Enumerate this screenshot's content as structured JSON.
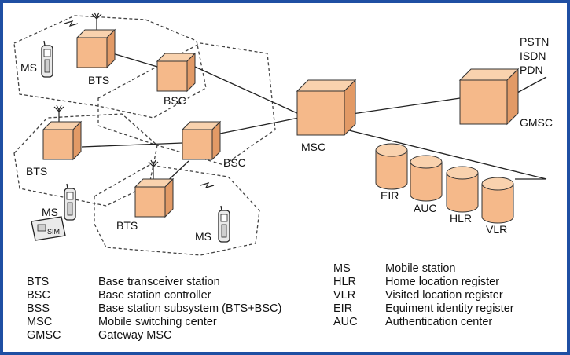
{
  "colors": {
    "frame": "#1f4fa3",
    "box_face": "#f5b98a",
    "box_top": "#f9d2ae",
    "box_side": "#e29a66",
    "stroke": "#333333"
  },
  "diagram": {
    "labels": {
      "ms_top": "MS",
      "bts_top": "BTS",
      "bsc_top": "BSC",
      "msc": "MSC",
      "gmsc": "GMSC",
      "networks": [
        "PSTN",
        "ISDN",
        "PDN"
      ],
      "bts_mid": "BTS",
      "bsc_mid": "BSC",
      "ms_mid": "MS",
      "bts_low": "BTS",
      "ms_low": "MS",
      "sim": "SIM",
      "eir": "EIR",
      "auc": "AUC",
      "hlr": "HLR",
      "vlr": "VLR"
    },
    "icons": [
      "antenna-icon",
      "mobile-phone-icon",
      "sim-card-icon",
      "database-icon"
    ]
  },
  "legend_left": [
    {
      "abbr": "BTS",
      "desc": "Base transceiver station"
    },
    {
      "abbr": "BSC",
      "desc": "Base station controller"
    },
    {
      "abbr": "BSS",
      "desc": "Base station subsystem (BTS+BSC)"
    },
    {
      "abbr": "MSC",
      "desc": "Mobile switching center"
    },
    {
      "abbr": "GMSC",
      "desc": "Gateway MSC"
    }
  ],
  "legend_right": [
    {
      "abbr": "MS",
      "desc": "Mobile station"
    },
    {
      "abbr": "HLR",
      "desc": "Home location register"
    },
    {
      "abbr": "VLR",
      "desc": "Visited location register"
    },
    {
      "abbr": "EIR",
      "desc": "Equiment identity register"
    },
    {
      "abbr": "AUC",
      "desc": "Authentication center"
    }
  ]
}
